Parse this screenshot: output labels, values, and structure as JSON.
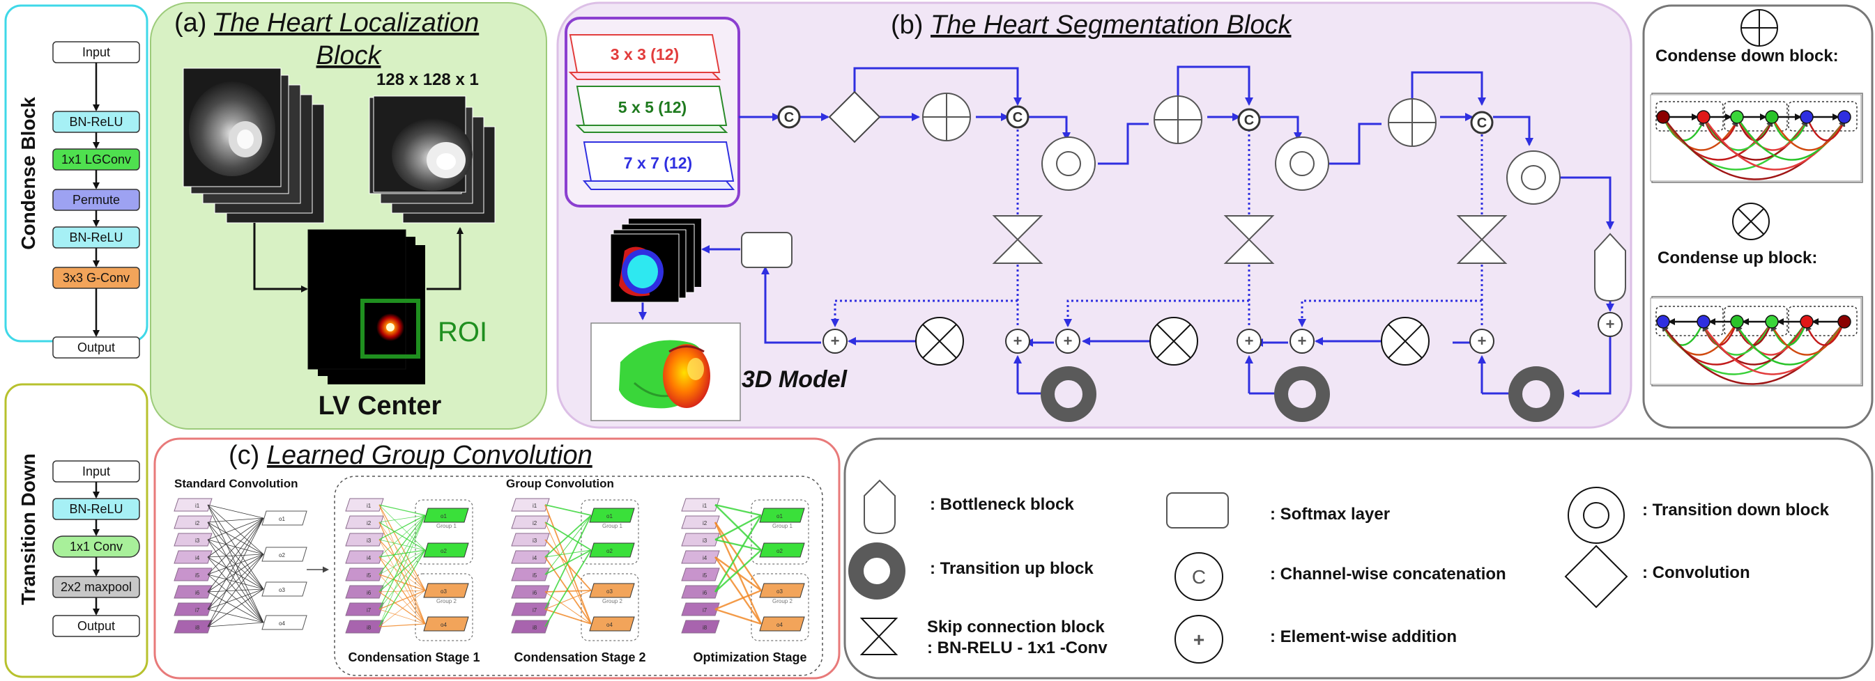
{
  "condense": {
    "title": "Condense Block",
    "nodes": [
      "Input",
      "BN-ReLU",
      "1x1 LGConv",
      "Permute",
      "BN-ReLU",
      "3x3 G-Conv",
      "Output"
    ]
  },
  "transition": {
    "title": "Transition Down",
    "nodes": [
      "Input",
      "BN-ReLU",
      "1x1 Conv",
      "2x2 maxpool",
      "Output"
    ]
  },
  "panel_a": {
    "label": "(a) ",
    "title": "The Heart Localization",
    "title2": "Block",
    "size": "128 x 128 x 1",
    "roi": "ROI",
    "lv": "LV Center"
  },
  "panel_b": {
    "label": "(b) ",
    "title": "The Heart Segmentation Block",
    "kernels": [
      "3 x 3 (12)",
      "5 x 5 (12)",
      "7 x 7 (12)"
    ],
    "model_label": "3D Model",
    "concat": "C",
    "plus": "+"
  },
  "panel_c": {
    "label": "(c) ",
    "title": "Learned Group Convolution",
    "standard": "Standard Convolution",
    "group": "Group Convolution",
    "stages": [
      "Condensation Stage 1",
      "Condensation Stage 2",
      "Optimization Stage"
    ],
    "inputs": [
      "i1",
      "i2",
      "i3",
      "i4",
      "i5",
      "i6",
      "i7",
      "i8"
    ],
    "outputs": [
      "o1",
      "o2",
      "o3",
      "o4"
    ],
    "group_labels": [
      "Group 1",
      "Group 2"
    ]
  },
  "right_panel": {
    "down": "Condense down block:",
    "up": "Condense up block:"
  },
  "legend": {
    "bottleneck": ": Bottleneck block",
    "softmax": ": Softmax layer",
    "trans_down": ": Transition down block",
    "trans_up": ": Transition up block",
    "concat": ": Channel-wise concatenation",
    "conv": ": Convolution",
    "skip1": "Skip connection block",
    "skip2": ": BN-RELU - 1x1 -Conv",
    "add": ": Element-wise addition",
    "c_symbol": "C",
    "plus_symbol": "+"
  },
  "colors": {
    "cyan": "#3fd8e8",
    "olive": "#b7c12d",
    "green_panel": "#d8f1c4",
    "purple_panel": "#f1e6f6",
    "red": "#e23c3c",
    "blue": "#2f2fe0",
    "dark_gray": "#5a5a5a"
  }
}
